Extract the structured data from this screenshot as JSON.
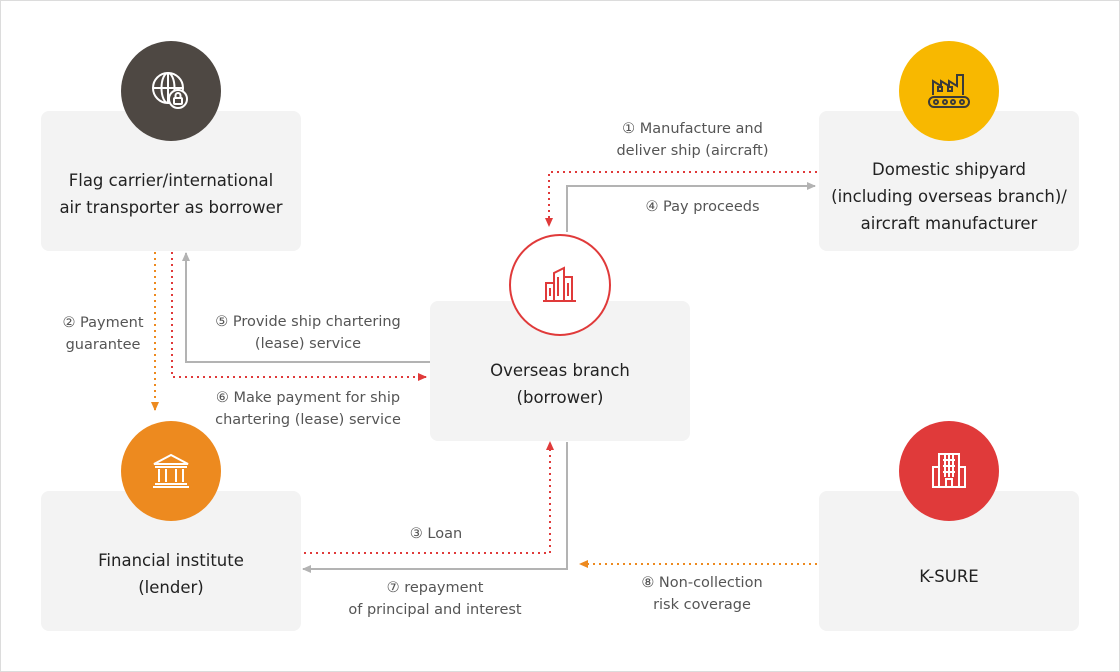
{
  "nodes": {
    "flag_carrier": {
      "text": "Flag carrier/international\nair transporter as borrower",
      "icon": "globe-lock-icon",
      "color": "#4e4843"
    },
    "shipyard": {
      "text": "Domestic shipyard\n(including overseas branch)/\naircraft manufacturer",
      "icon": "factory-conveyor-icon",
      "color": "#f8b800"
    },
    "overseas_branch": {
      "text": "Overseas branch\n(borrower)",
      "icon": "building-icon",
      "color": "#e03a3a"
    },
    "financial_institute": {
      "text": "Financial institute\n(lender)",
      "icon": "bank-icon",
      "color": "#ed8a1f"
    },
    "ksure": {
      "text": "K-SURE",
      "icon": "office-building-icon",
      "color": "#e03a3a"
    }
  },
  "edges": {
    "e1": "① Manufacture and\ndeliver ship (aircraft)",
    "e2": "② Payment\nguarantee",
    "e3": "③ Loan",
    "e4": "④ Pay proceeds",
    "e5": "⑤ Provide ship chartering\n(lease) service",
    "e6": "⑥ Make payment for ship\nchartering (lease) service",
    "e7": "⑦ repayment\nof principal and interest",
    "e8": "⑧ Non-collection\nrisk coverage"
  },
  "colors": {
    "gray_arrow": "#b3b3b3",
    "red_dotted": "#e03a3a",
    "orange_dotted": "#ed8a1f"
  }
}
